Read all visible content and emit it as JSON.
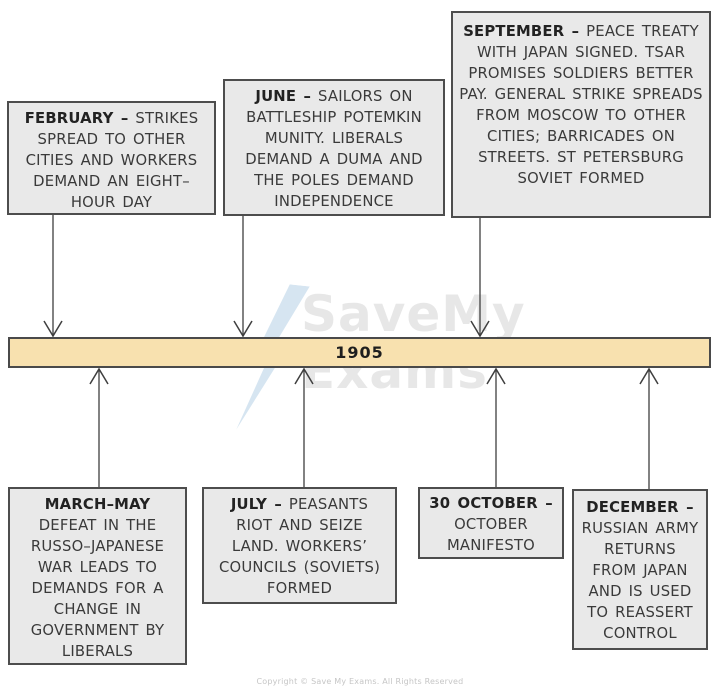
{
  "timeline": {
    "year_label": "1905",
    "bar_color": "#f8e1af",
    "bar_border_color": "#4a4a4a"
  },
  "events_above": [
    {
      "month": "february",
      "heading": "FEBRUARY –",
      "body": "STRIKES SPREAD TO OTHER CITIES AND WORKERS DEMAND AN EIGHT–HOUR DAY"
    },
    {
      "month": "june",
      "heading": "JUNE –",
      "body": "SAILORS ON BATTLESHIP POTEMKIN MUNITY. LIBERALS DEMAND A DUMA AND THE POLES DEMAND INDEPENDENCE"
    },
    {
      "month": "september",
      "heading": "SEPTEMBER –",
      "body": "PEACE TREATY WITH JAPAN SIGNED. TSAR PROMISES SOLDIERS BETTER PAY. GENERAL STRIKE SPREADS FROM MOSCOW TO OTHER CITIES; BARRICADES ON STREETS. ST PETERSBURG SOVIET FORMED"
    }
  ],
  "events_below": [
    {
      "month": "march-may",
      "heading": "MARCH–MAY",
      "body": "DEFEAT IN THE RUSSO–JAPANESE WAR LEADS TO DEMANDS FOR A CHANGE IN GOVERNMENT BY LIBERALS"
    },
    {
      "month": "july",
      "heading": "JULY –",
      "body": "PEASANTS RIOT AND SEIZE LAND. WORKERS’ COUNCILS (SOVIETS) FORMED"
    },
    {
      "month": "october",
      "heading": "30 OCTOBER –",
      "body": "OCTOBER MANIFESTO"
    },
    {
      "month": "december",
      "heading": "DECEMBER –",
      "body": "RUSSIAN ARMY RETURNS FROM JAPAN AND IS USED TO REASSERT CONTROL"
    }
  ],
  "watermark": {
    "line1": "SaveMy",
    "line2": "Exams",
    "bolt_color": "#cfe0ee"
  },
  "footer": {
    "copyright": "Copyright © Save My Exams. All Rights Reserved"
  }
}
